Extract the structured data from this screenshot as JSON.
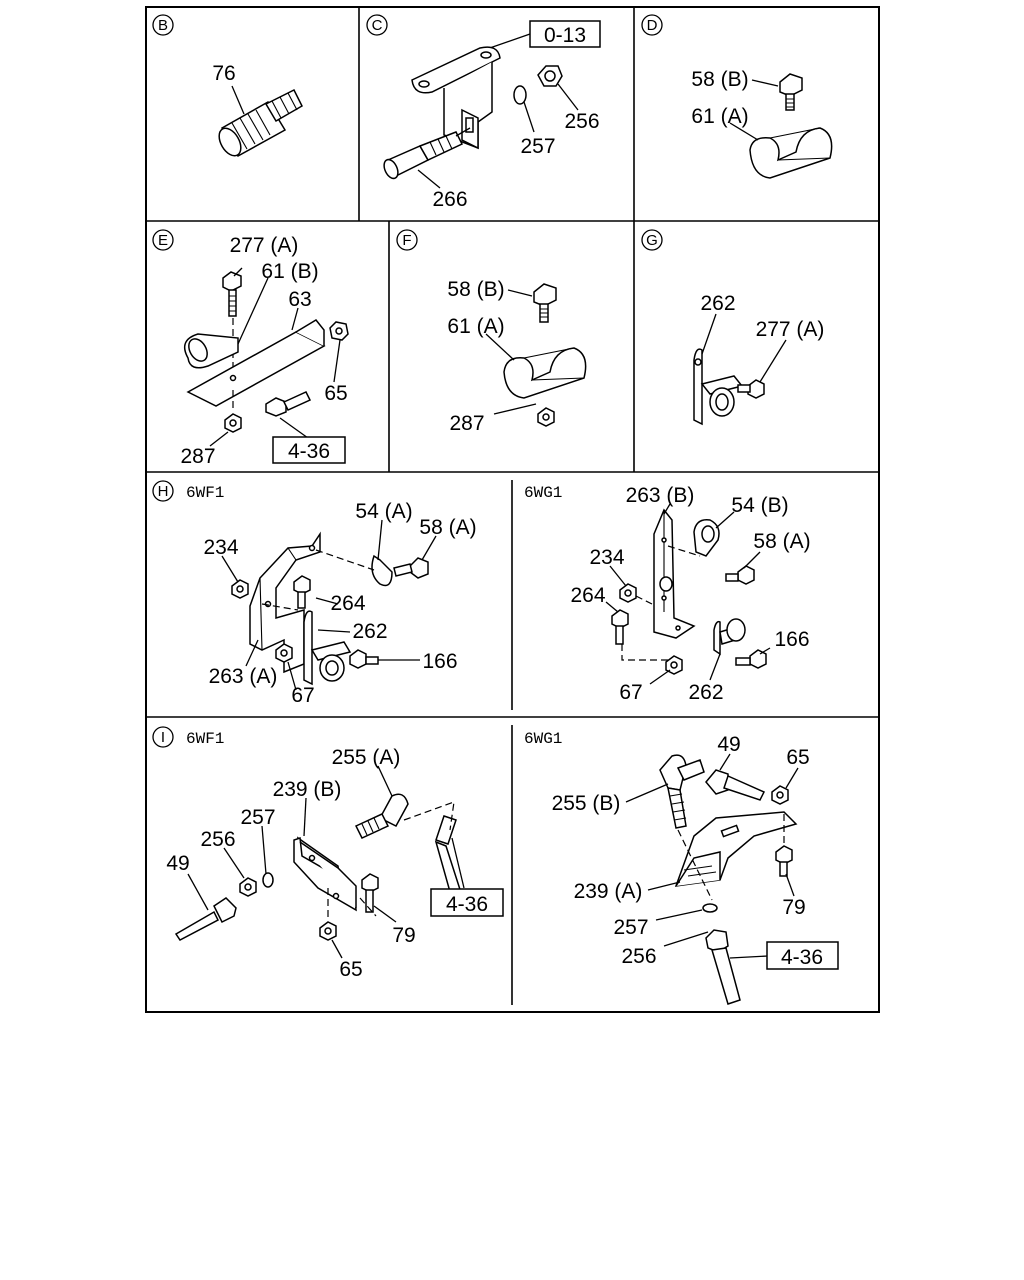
{
  "panels": {
    "B": {
      "letter": "B",
      "parts": [
        "76"
      ]
    },
    "C": {
      "letter": "C",
      "ref": "0-13",
      "parts": [
        "257",
        "256",
        "266"
      ]
    },
    "D": {
      "letter": "D",
      "parts": [
        "58 (B)",
        "61 (A)"
      ]
    },
    "E": {
      "letter": "E",
      "ref": "4-36",
      "parts": [
        "277 (A)",
        "61 (B)",
        "63",
        "65",
        "287"
      ]
    },
    "F": {
      "letter": "F",
      "parts": [
        "58 (B)",
        "61 (A)",
        "287"
      ]
    },
    "G": {
      "letter": "G",
      "parts": [
        "262",
        "277 (A)"
      ]
    },
    "H_left": {
      "letter": "H",
      "variant": "6WF1",
      "parts": [
        "54 (A)",
        "58 (A)",
        "234",
        "264",
        "262",
        "166",
        "263 (A)",
        "67"
      ]
    },
    "H_right": {
      "variant": "6WG1",
      "parts": [
        "263 (B)",
        "54 (B)",
        "58 (A)",
        "234",
        "264",
        "166",
        "67",
        "262"
      ]
    },
    "I_left": {
      "letter": "I",
      "variant": "6WF1",
      "ref": "4-36",
      "parts": [
        "255 (A)",
        "239 (B)",
        "257",
        "256",
        "49",
        "79",
        "65"
      ]
    },
    "I_right": {
      "variant": "6WG1",
      "ref": "4-36",
      "parts": [
        "49",
        "65",
        "255 (B)",
        "239 (A)",
        "79",
        "257",
        "256"
      ]
    }
  }
}
